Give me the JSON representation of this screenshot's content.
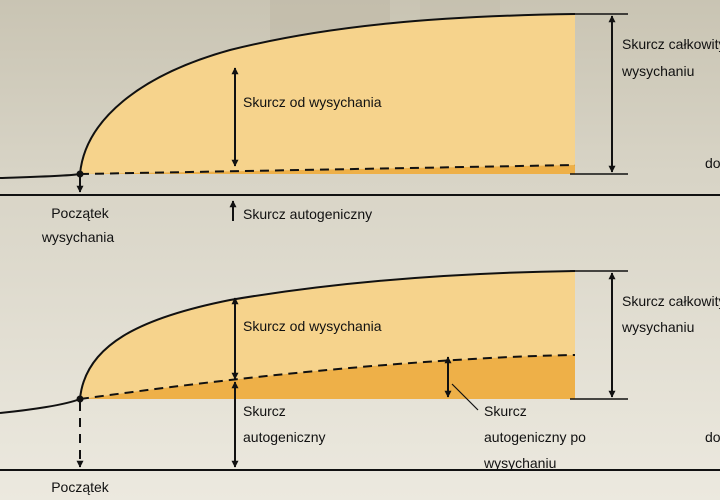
{
  "colors": {
    "photo_top": "#c9c4b3",
    "photo_mid": "#d8d4c6",
    "photo_bottom": "#ece9df",
    "drying_fill": "#f6d38c",
    "autogenous_fill": "#eeb048",
    "line": "#111111"
  },
  "top_diagram": {
    "drying_shrinkage_label": "Skurcz od wysychania",
    "autogenous_label": "Skurcz autogeniczny",
    "total_label_line1": "Skurcz całkowity",
    "total_label_line2": "wysychaniu",
    "drying_start_line1": "Początek",
    "drying_start_line2": "wysychania",
    "cut_text": "do"
  },
  "bottom_diagram": {
    "drying_shrinkage_label": "Skurcz od wysychania",
    "autogenous_line1": "Skurcz",
    "autogenous_line2": "autogeniczny",
    "autogenous_after_line1": "Skurcz",
    "autogenous_after_line2": "autogeniczny po",
    "autogenous_after_line3": "wysychaniu",
    "total_label_line1": "Skurcz całkowity",
    "total_label_line2": "wysychaniu",
    "drying_start_line1": "Początek",
    "cut_text": "do"
  }
}
